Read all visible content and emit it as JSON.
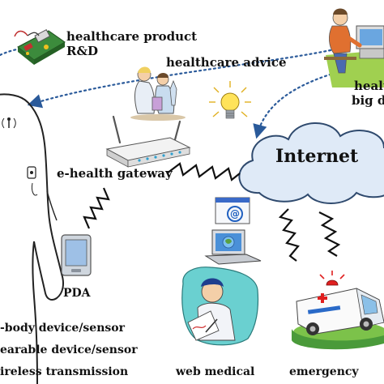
{
  "labels": {
    "healthcare_product": "healthcare product",
    "rd": "R&D",
    "healthcare_advice": "healthcare advice",
    "health_cut": "healt",
    "big_data_cut": "big d",
    "internet": "Internet",
    "gateway": "e-health gateway",
    "pda": "PDA",
    "body_device": "-body device/sensor",
    "wearable_device": "earable device/sensor",
    "wireless": "ireless transmission",
    "web_medical": "web medical",
    "emergency": "emergency"
  },
  "icons": {
    "circuit_board": "circuit-board-icon",
    "doctors": "doctors-icon",
    "lightbulb": "lightbulb-icon",
    "computer_user": "computer-user-icon",
    "human_body": "human-body-icon",
    "router": "wifi-router-icon",
    "cloud": "cloud-icon",
    "pda": "pda-icon",
    "email": "email-icon",
    "laptop": "laptop-icon",
    "doctor_writing": "doctor-writing-icon",
    "ambulance": "ambulance-icon"
  },
  "colors": {
    "dotted_arrow": "#2a5a9a",
    "cloud_fill": "#dfeaf7",
    "cloud_stroke": "#2f4a6e",
    "board_green": "#3c8b3c",
    "ambulance_ground": "#7cc24a",
    "siren_red": "#e02020"
  }
}
